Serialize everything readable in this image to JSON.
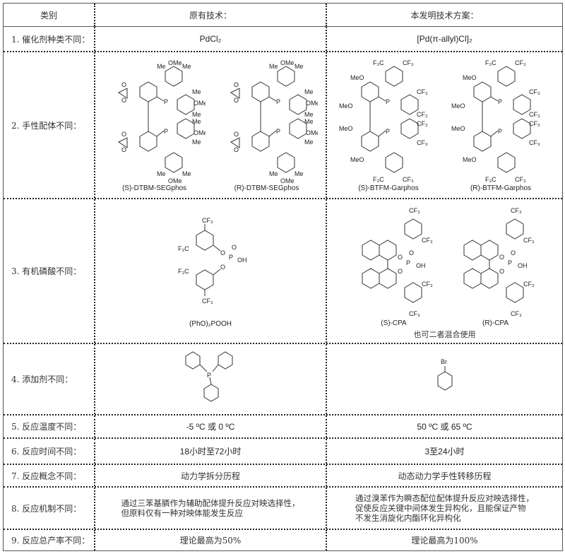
{
  "table": {
    "header": {
      "category": "类别",
      "prior_art": "原有技术：",
      "invention": "本发明技术方案："
    },
    "rows": [
      {
        "label": "1. 催化剂种类不同：",
        "prior": "PdCl₂",
        "invention": "[Pd(π-allyl)Cl]₂"
      },
      {
        "label": "2. 手性配体不同：",
        "prior_structures": [
          "(S)-DTBM-SEGphos",
          "(R)-DTBM-SEGphos"
        ],
        "invention_structures": [
          "(S)-BTFM-Garphos",
          "(R)-BTFM-Garphos"
        ],
        "substituent_labels": {
          "prior": [
            "OMe",
            "Me",
            "Me",
            "OMe",
            "Me",
            "P"
          ],
          "invention": [
            "F3C",
            "CF3",
            "MeO",
            "P"
          ]
        }
      },
      {
        "label": "3. 有机磷酸不同：",
        "prior_structures": [
          "(PhO)₂POOH"
        ],
        "invention_structures": [
          "(S)-CPA",
          "(R)-CPA"
        ],
        "invention_note": "也可二者混合使用",
        "substituent_labels": [
          "CF3",
          "F3C",
          "O",
          "P",
          "OH"
        ]
      },
      {
        "label": "4. 添加剂不同：",
        "prior_structures": [
          "triphenylphosphine"
        ],
        "prior_atom": "P",
        "invention_structures": [
          "bromobenzene"
        ],
        "invention_atom": "Br"
      },
      {
        "label": "5. 反应温度不同：",
        "prior": "-5 ºC 或  0  ºC",
        "invention": "50 ºC 或  65  ºC"
      },
      {
        "label": "6. 反应时间不同：",
        "prior": "18小时至72小时",
        "invention": "3至24小时"
      },
      {
        "label": "7. 反应概念不同：",
        "prior": "动力学拆分历程",
        "invention": "动态动力学手性转移历程"
      },
      {
        "label": "8. 反应机制不同：",
        "prior_lines": [
          "通过三苯基膦作为辅助配体提升反应对映选择性，",
          "但原料仅有一种对映体能发生反应"
        ],
        "invention_lines": [
          "通过溴苯作为瞬态配位配体提升反应对映选择性，",
          "促使反应关键中间体发生异构化，且能保证产物",
          "不发生消旋化内酯环化异构化"
        ]
      },
      {
        "label": "9. 反应总产率不同：",
        "prior": "理论最高为50%",
        "invention": "理论最高为100%"
      }
    ]
  }
}
